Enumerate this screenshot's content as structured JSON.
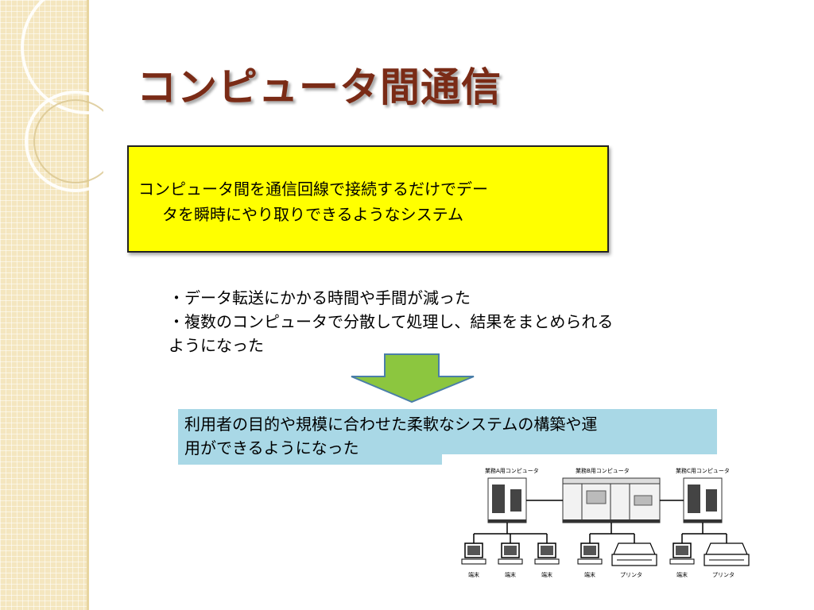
{
  "slide": {
    "title": "コンピュータ間通信",
    "definition": {
      "line1": "コンピュータ間を通信回線で接続するだけでデー",
      "line2": "タを瞬時にやり取りできるようなシステム"
    },
    "bullets": [
      "・データ転送にかかる時間や手間が減った",
      "・複数のコンピュータで分散して処理し、結果をまとめられる",
      "ようになった"
    ],
    "result": {
      "line1": "利用者の目的や規模に合わせた柔軟なシステムの構築や運",
      "line2": "用ができるようになった"
    },
    "arrow_icon": "down-arrow-icon",
    "colors": {
      "title": "#7a2b16",
      "definition_box": "#ffff00",
      "result_box": "#a9d8e6",
      "arrow_fill": "#8cc63f",
      "side_band": "#f4e6bf"
    }
  },
  "diagram": {
    "computer_a": "業務A用コンピュータ",
    "computer_b": "業務B用コンピュータ",
    "computer_c": "業務C用コンピュータ",
    "terminal_labels": [
      "端末",
      "端末",
      "端末",
      "端末",
      "端末"
    ],
    "printer_labels": [
      "プリンタ",
      "プリンタ"
    ]
  }
}
